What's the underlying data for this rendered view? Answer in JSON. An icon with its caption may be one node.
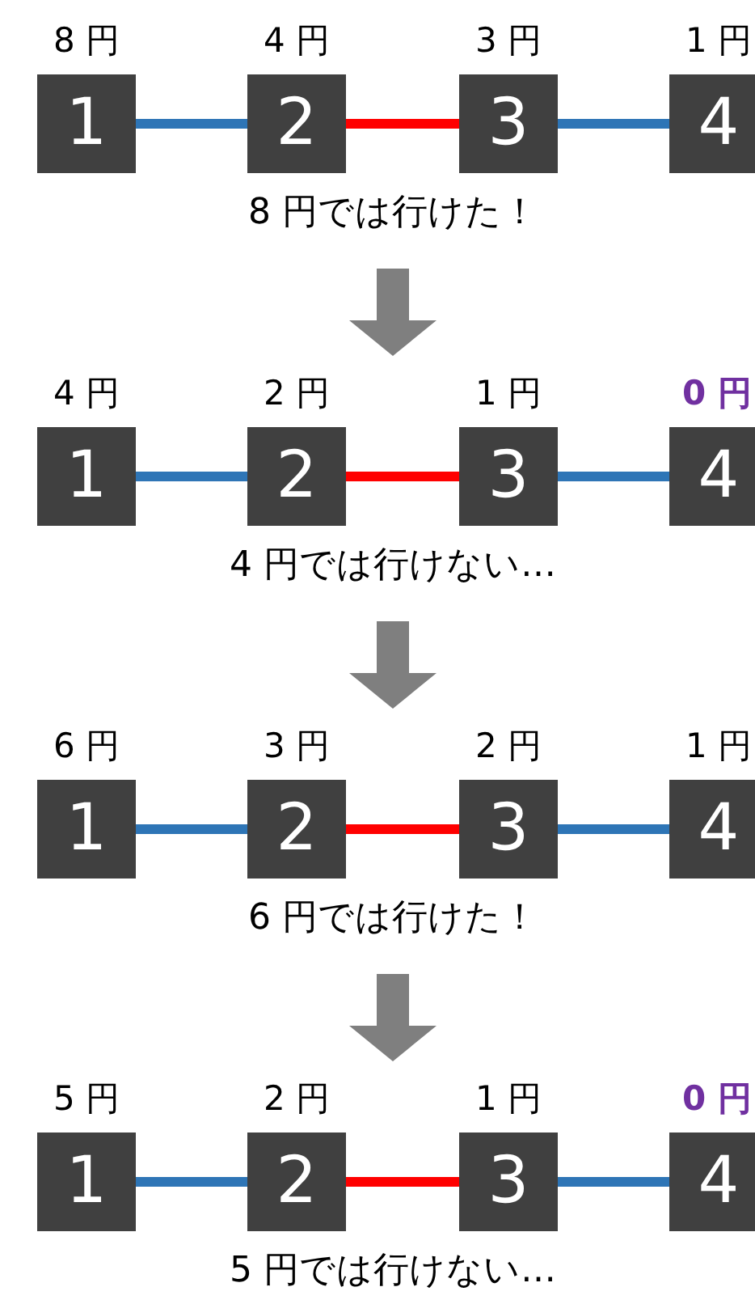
{
  "diagram": {
    "nodes": [
      {
        "text": [
          "1"
        ],
        "beside": [
          "8 円"
        ]
      },
      {
        "text": [
          "2"
        ],
        "beside": [
          "4 円"
        ]
      },
      {
        "text": [
          "3"
        ],
        "beside": [
          "3 円"
        ]
      },
      {
        "text": [
          "4"
        ],
        "beside": [
          "1 円"
        ]
      },
      {
        "text": [
          "1"
        ],
        "beside": [
          "4 円"
        ]
      },
      {
        "text": [
          "2"
        ],
        "beside": [
          "2 円"
        ]
      },
      {
        "text": [
          "3"
        ],
        "beside": [
          "1 円"
        ]
      },
      {
        "text": [
          "4"
        ],
        "beside": [
          "0 円"
        ]
      },
      {
        "text": [
          "1"
        ],
        "beside": [
          "6 円"
        ]
      },
      {
        "text": [
          "2"
        ],
        "beside": [
          "3 円"
        ]
      },
      {
        "text": [
          "3"
        ],
        "beside": [
          "2 円"
        ]
      },
      {
        "text": [
          "4"
        ],
        "beside": [
          "1 円"
        ]
      },
      {
        "text": [
          "1"
        ],
        "beside": [
          "5 円"
        ]
      },
      {
        "text": [
          "2"
        ],
        "beside": [
          "2 円"
        ]
      },
      {
        "text": [
          "3"
        ],
        "beside": [
          "1 円"
        ]
      },
      {
        "text": [
          "4"
        ],
        "beside": [
          "0 円"
        ]
      }
    ],
    "edges": [
      {
        "from": 0,
        "to": 1,
        "arrow": "none"
      },
      {
        "from": 1,
        "to": 2,
        "arrow": "none",
        "color": "#ff0000"
      },
      {
        "from": 2,
        "to": 3,
        "arrow": "none"
      },
      {
        "from": 4,
        "to": 5,
        "arrow": "none"
      },
      {
        "from": 5,
        "to": 6,
        "arrow": "none",
        "color": "#ff0000"
      },
      {
        "from": 6,
        "to": 7,
        "arrow": "none"
      },
      {
        "from": 8,
        "to": 9,
        "arrow": "none"
      },
      {
        "from": 9,
        "to": 10,
        "arrow": "none",
        "color": "#ff0000"
      },
      {
        "from": 10,
        "to": 11,
        "arrow": "none"
      },
      {
        "from": 12,
        "to": 13,
        "arrow": "none"
      },
      {
        "from": 13,
        "to": 14,
        "arrow": "none",
        "color": "#ff0000"
      },
      {
        "from": 14,
        "to": 15,
        "arrow": "none"
      }
    ],
    "labels": [
      "8 円では行けた！",
      "4 円では行けない…",
      "6 円では行けた！",
      "5 円では行けない…"
    ]
  }
}
